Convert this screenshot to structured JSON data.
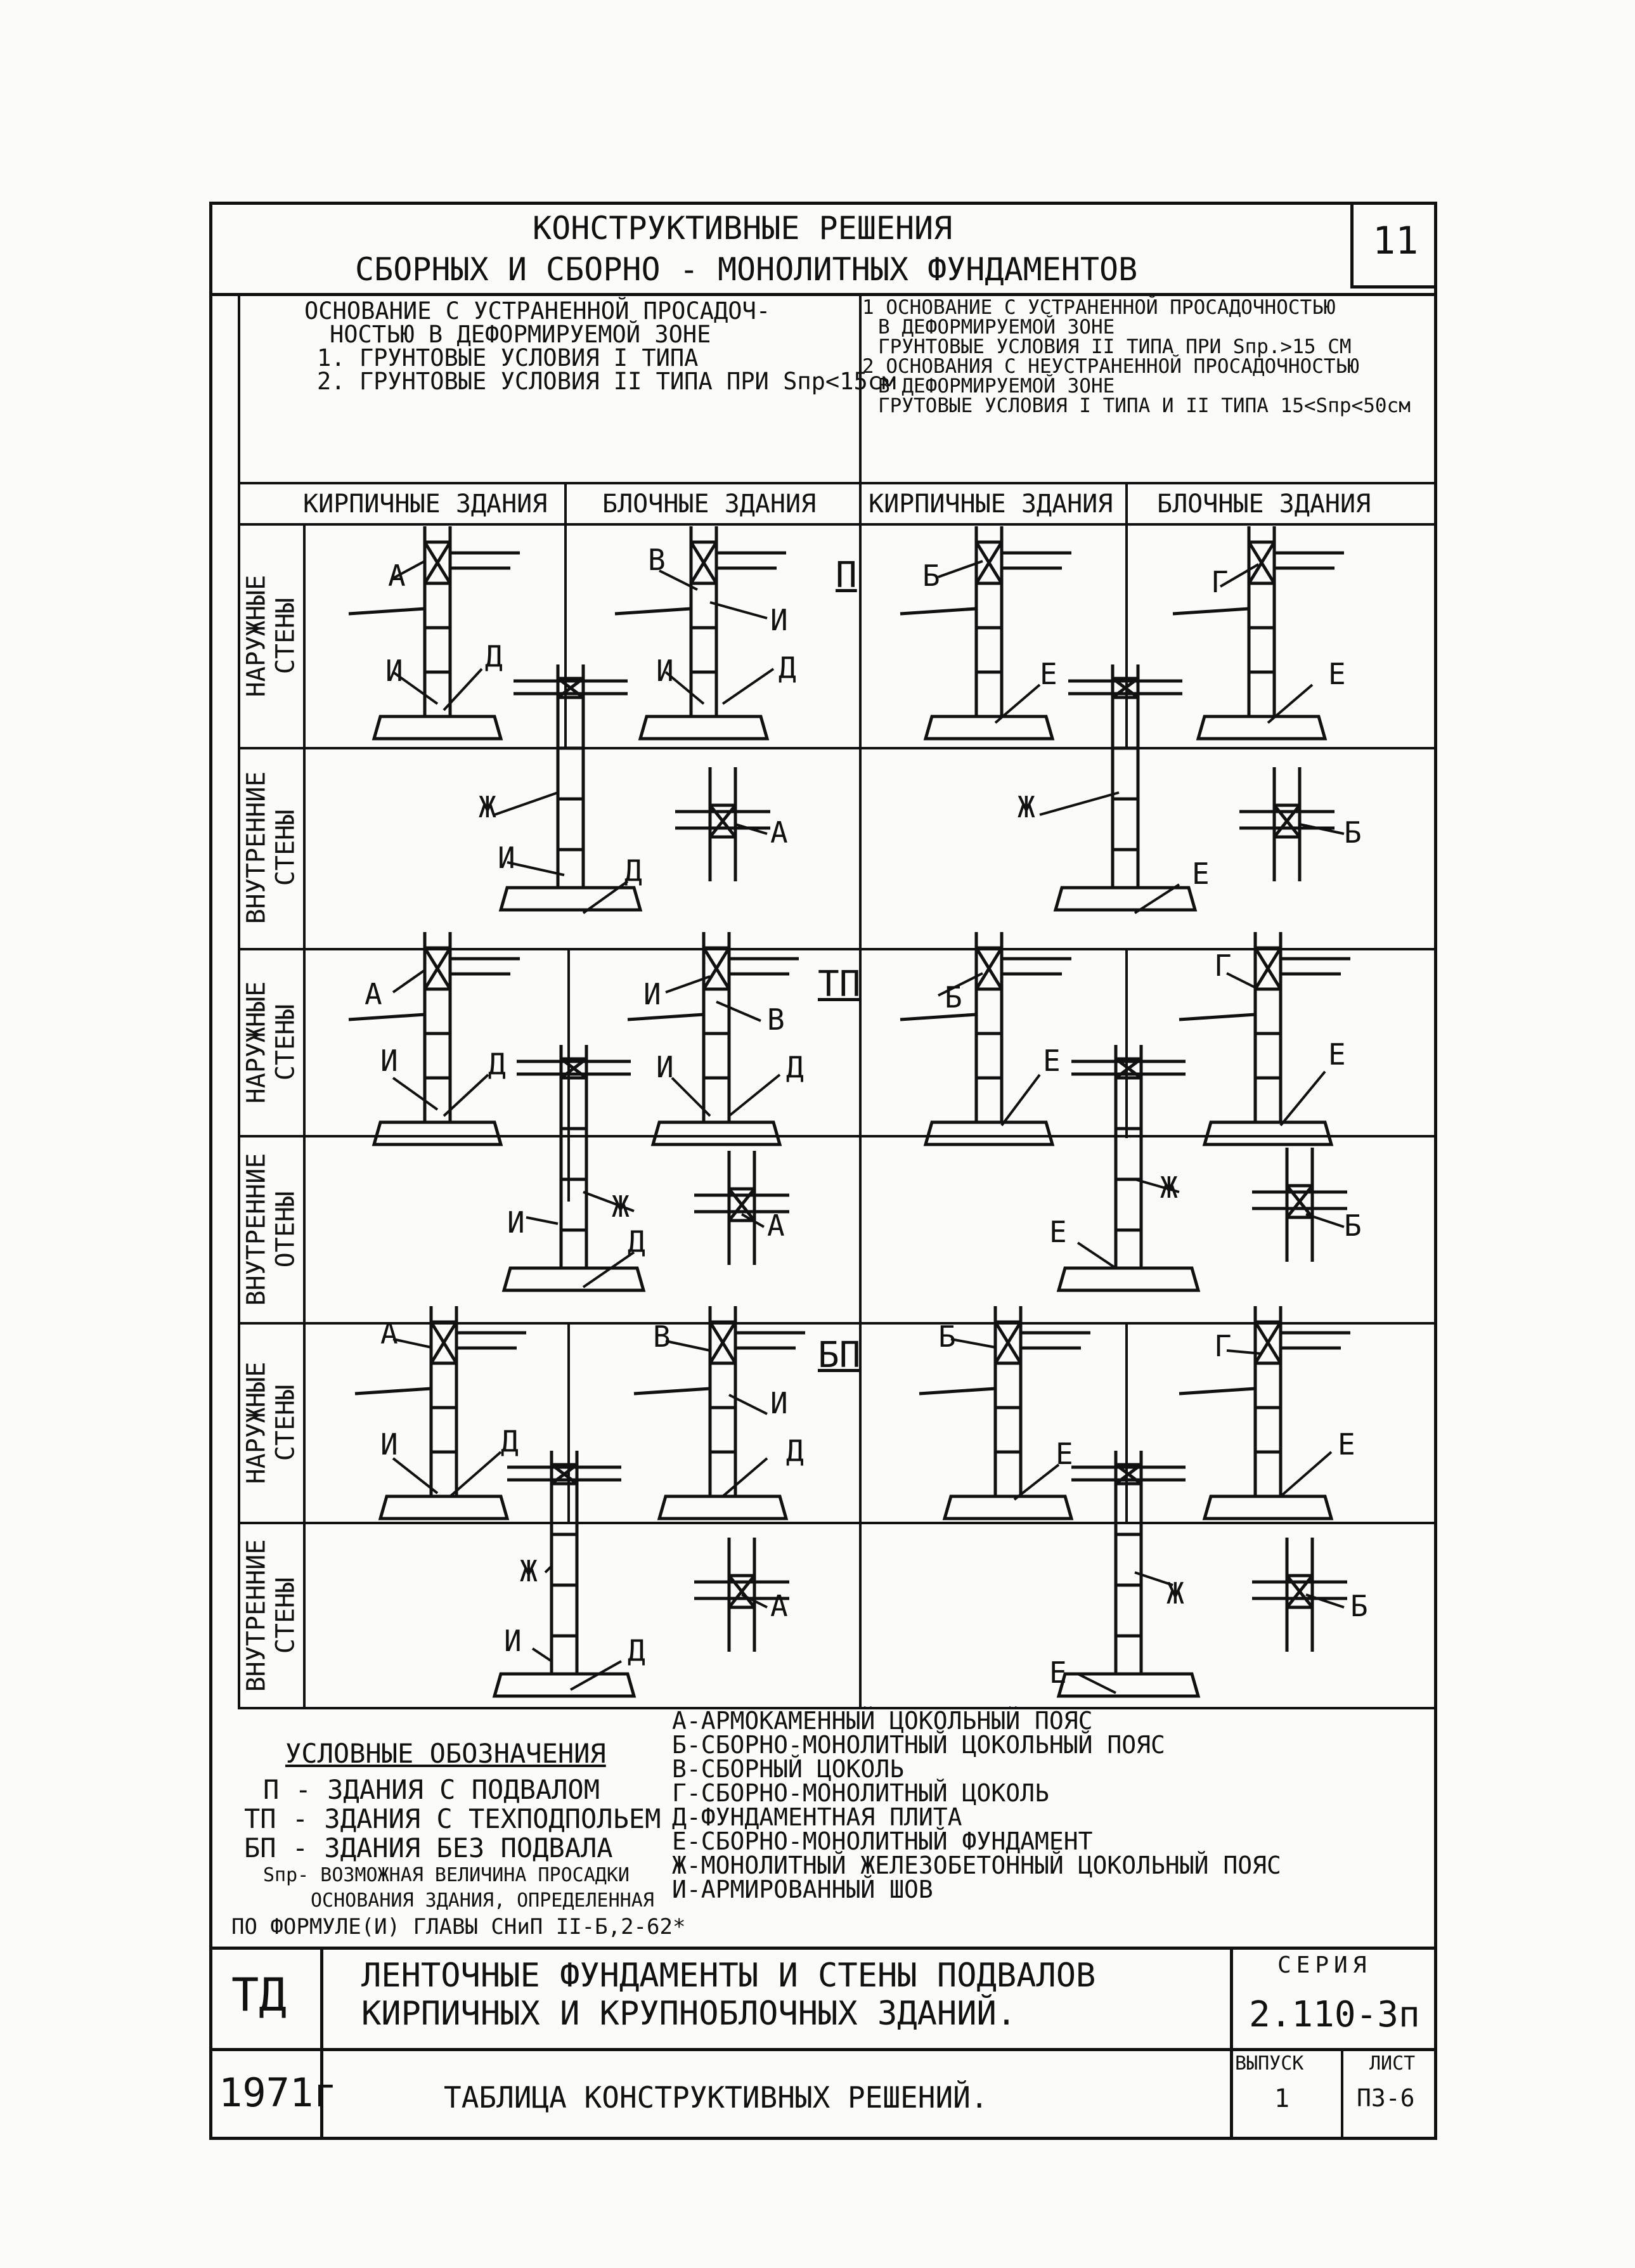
{
  "header": {
    "title_line1": "КОНСТРУКТИВНЫЕ  РЕШЕНИЯ",
    "title_line2": "СБОРНЫХ  И  СБОРНО - МОНОЛИТНЫХ  ФУНДАМЕНТОВ",
    "page_number": "11"
  },
  "conditions": {
    "left": [
      "ОСНОВАНИЕ С УСТРАНЕННОЙ ПРОСАДОЧ-",
      "НОСТЬЮ В ДЕФОРМИРУЕМОЙ ЗОНЕ",
      "1. ГРУНТОВЫЕ УСЛОВИЯ I ТИПА",
      "2. ГРУНТОВЫЕ УСЛОВИЯ II ТИПА ПРИ Sпр<15см"
    ],
    "right": [
      "1 ОСНОВАНИЕ С УСТРАНЕННОЙ ПРОСАДОЧНОСТЬЮ",
      "В ДЕФОРМИРУЕМОЙ ЗОНЕ",
      "ГРУНТОВЫЕ УСЛОВИЯ II ТИПА ПРИ Sпр.>15 СМ",
      "2 ОСНОВАНИЯ С НЕУСТРАНЕННОЙ ПРОСАДОЧНОСТЬЮ",
      "В ДЕФОРМИРУЕМОЙ ЗОНЕ",
      "ГРУТОВЫЕ УСЛОВИЯ I ТИПА И II ТИПА 15<Sпр<50см"
    ]
  },
  "columns": [
    "КИРПИЧНЫЕ ЗДАНИЯ",
    "БЛОЧНЫЕ ЗДАНИЯ",
    "КИРПИЧНЫЕ ЗДАНИЯ",
    "БЛОЧНЫЕ ЗДАНИЯ"
  ],
  "row_labels": {
    "outer": "НАРУЖНЫЕ\nСТЕНЫ",
    "inner": "ВНУТРЕННИЕ\nСТЕНЫ",
    "inner_alt": "ВНУТРЕННИЕ\nОТЕНЫ"
  },
  "groups": [
    "П",
    "ТП",
    "БП"
  ],
  "letters": {
    "A": "А",
    "B": "Б",
    "V": "В",
    "G": "Г",
    "D": "Д",
    "E": "Е",
    "ZH": "Ж",
    "I": "И"
  },
  "legend": {
    "title": "УСЛОВНЫЕ  ОБОЗНАЧЕНИЯ",
    "left": [
      "П - ЗДАНИЯ С ПОДВАЛОМ",
      "ТП - ЗДАНИЯ С ТЕХПОДПОЛЬЕМ",
      "БП - ЗДАНИЯ БЕЗ ПОДВАЛА",
      "Sпр- ВОЗМОЖНАЯ ВЕЛИЧИНА ПРОСАДКИ",
      "ОСНОВАНИЯ ЗДАНИЯ, ОПРЕДЕЛЕННАЯ",
      "ПО ФОРМУЛЕ(И) ГЛАВЫ СНиП II-Б,2-62*"
    ],
    "right": [
      "А-АРМОКАМЕННЫЙ ЦОКОЛЬНЫЙ ПОЯС",
      "Б-СБОРНО-МОНОЛИТНЫЙ ЦОКОЛЬНЫЙ ПОЯС",
      "В-СБОРНЫЙ ЦОКОЛЬ",
      "Г-СБОРНО-МОНОЛИТНЫЙ ЦОКОЛЬ",
      "Д-ФУНДАМЕНТНАЯ ПЛИТА",
      "Е-СБОРНО-МОНОЛИТНЫЙ ФУНДАМЕНТ",
      "Ж-МОНОЛИТНЫЙ  ЖЕЛЕЗОБЕТОННЫЙ ЦОКОЛЬНЫЙ ПОЯС",
      "И-АРМИРОВАННЫЙ ШОВ"
    ]
  },
  "title_block": {
    "org": "ТД",
    "year": "1971г",
    "title_line1": "ЛЕНТОЧНЫЕ  ФУНДАМЕНТЫ И СТЕНЫ ПОДВАЛОВ",
    "title_line2": "КИРПИЧНЫХ  И  КРУПНОБЛОЧНЫХ  ЗДАНИЙ.",
    "sheet_title": "ТАБЛИЦА  КОНСТРУКТИВНЫХ  РЕШЕНИЙ.",
    "series_label": "СЕРИЯ",
    "series_value": "2.110-3п",
    "issue_label": "ВЫПУСК",
    "issue_value": "1",
    "sheet_label": "ЛИСТ",
    "sheet_value": "П3-6"
  }
}
